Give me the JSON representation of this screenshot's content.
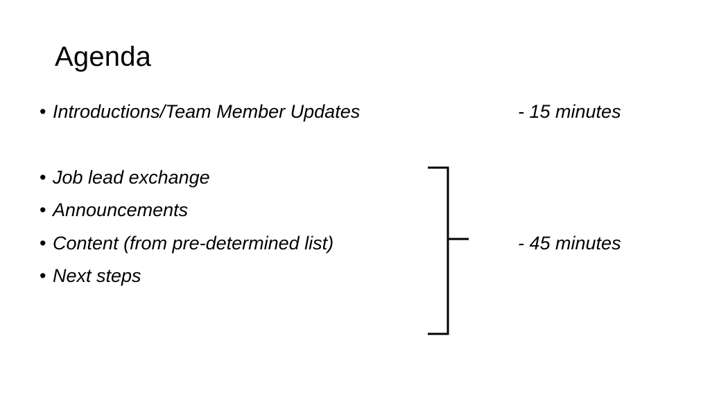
{
  "slide": {
    "title": "Agenda",
    "items": [
      {
        "bullet": "•",
        "text": "Introductions/Team Member Updates"
      },
      {
        "bullet": "•",
        "text": "Job lead exchange"
      },
      {
        "bullet": "•",
        "text": "Announcements"
      },
      {
        "bullet": "•",
        "text": "Content (from pre-determined list)"
      },
      {
        "bullet": "•",
        "text": "Next steps"
      }
    ],
    "durations": [
      "- 15 minutes",
      "- 45 minutes"
    ]
  }
}
